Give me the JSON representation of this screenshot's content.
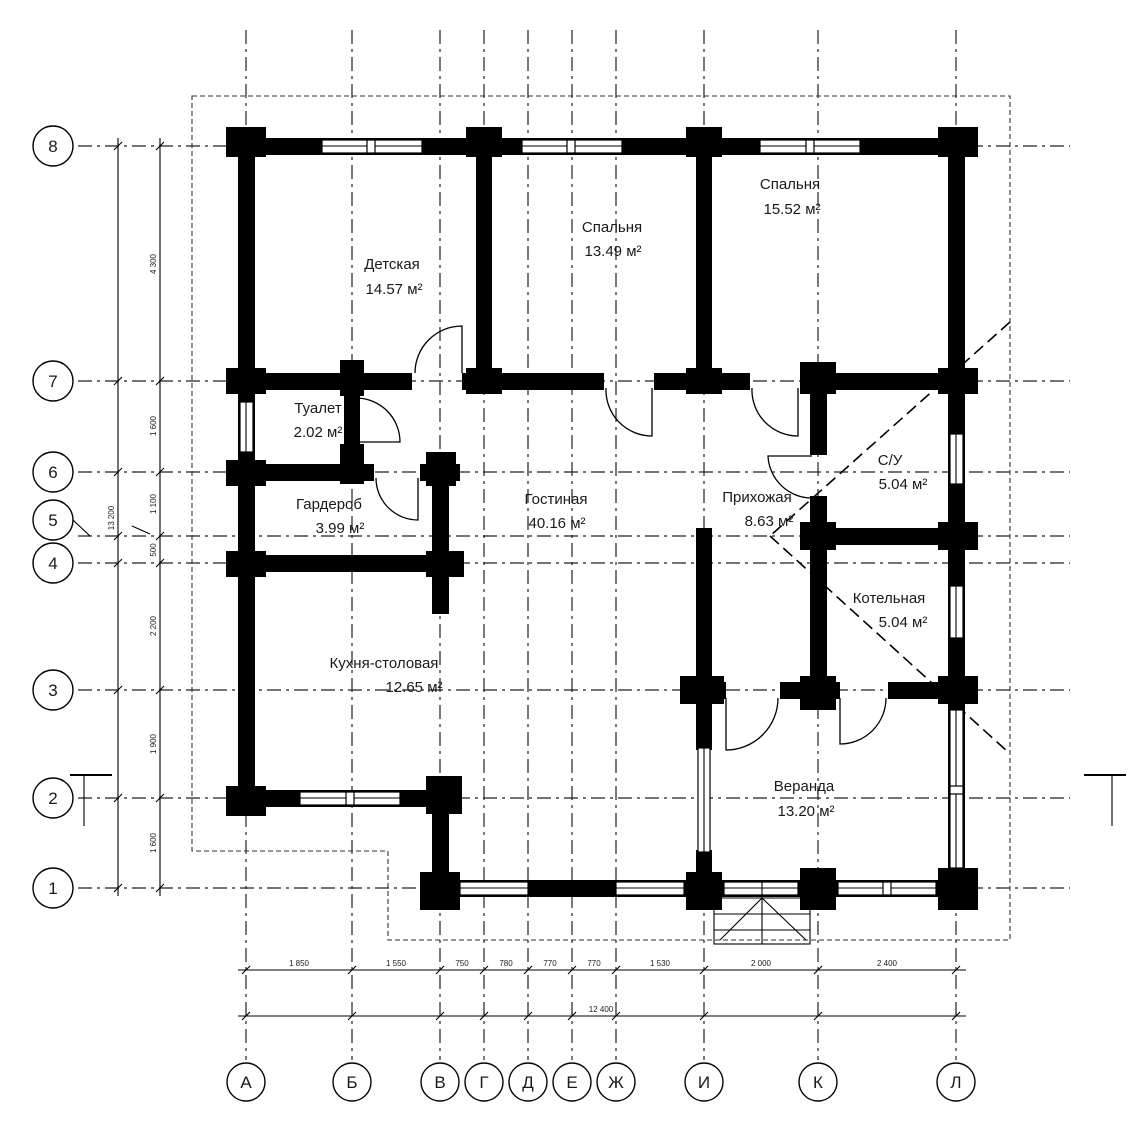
{
  "rooms": {
    "detskaya": {
      "name": "Детская",
      "area": "14.57 м²"
    },
    "spalnya1": {
      "name": "Спальня",
      "area": "13.49 м²"
    },
    "spalnya2": {
      "name": "Спальня",
      "area": "15.52 м²"
    },
    "tualet": {
      "name": "Туалет",
      "area": "2.02 м²"
    },
    "garderob": {
      "name": "Гардероб",
      "area": "3.99 м²"
    },
    "gostinaya": {
      "name": "Гостиная",
      "area": "40.16 м²"
    },
    "prihozhaya": {
      "name": "Прихожая",
      "area": "8.63 м²"
    },
    "su": {
      "name": "С/У",
      "area": "5.04 м²"
    },
    "kotelnaya": {
      "name": "Котельная",
      "area": "5.04 м²"
    },
    "kuhnya": {
      "name": "Кухня-столовая",
      "area": "12.65 м²"
    },
    "veranda": {
      "name": "Веранда",
      "area": "13.20 м²"
    }
  },
  "axes": {
    "horizontal": [
      "8",
      "7",
      "6",
      "5",
      "4",
      "3",
      "2",
      "1"
    ],
    "vertical": [
      "А",
      "Б",
      "В",
      "Г",
      "Д",
      "Е",
      "Ж",
      "И",
      "К",
      "Л"
    ]
  },
  "dimensions": {
    "bottom": [
      "1 850",
      "1 550",
      "750",
      "780",
      "770",
      "770",
      "1 530",
      "2 000",
      "2 400"
    ],
    "bottom_total": "12 400",
    "left": [
      "4 300",
      "1 600",
      "1 100",
      "500",
      "2 200",
      "1 900",
      "1 600"
    ],
    "left_total": "13 200"
  }
}
